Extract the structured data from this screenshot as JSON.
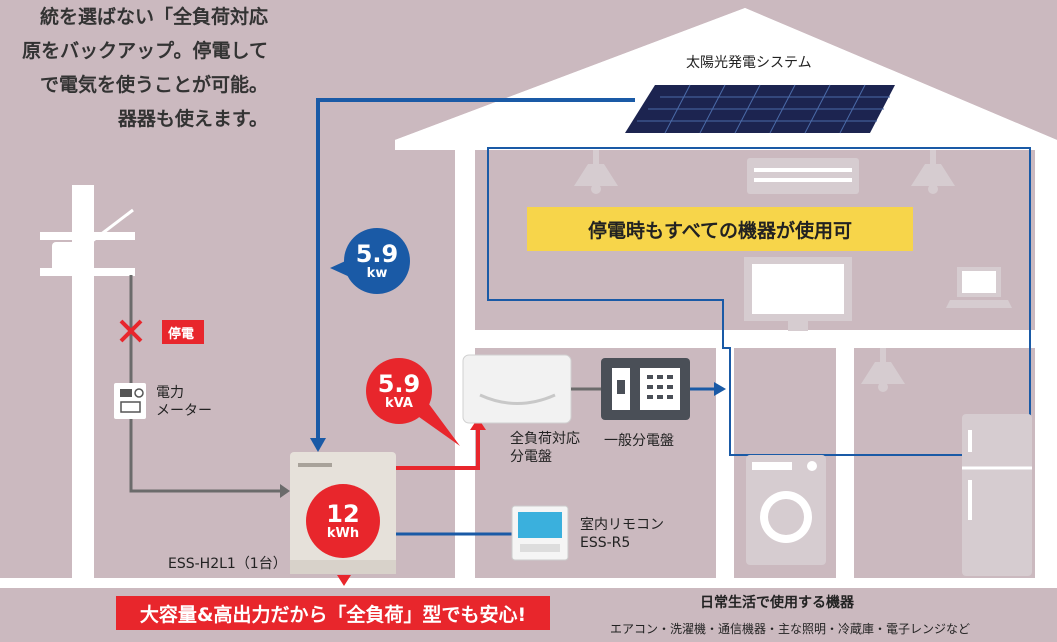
{
  "intro_lines": [
    "統を選ばない「全負荷対応",
    "原をバックアップ。停電して",
    "で電気を使うことが可能。",
    "器器も使えます。"
  ],
  "solar_label": "太陽光発電システム",
  "banner_yellow": "停電時もすべての機器が使用可",
  "outage_tag": "停電",
  "meter_label": [
    "電力",
    "メーター"
  ],
  "badge_solar": {
    "value": "5.9",
    "unit": "kw"
  },
  "badge_output": {
    "value": "5.9",
    "unit": "kVA"
  },
  "badge_capacity": {
    "value": "12",
    "unit": "kWh"
  },
  "panel_full_label": [
    "全負荷対応",
    "分電盤"
  ],
  "panel_general_label": "一般分電盤",
  "remote_label": [
    "室内リモコン",
    "ESS-R5"
  ],
  "battery_label": "ESS-H2L1（1台）",
  "banner_red": "大容量&高出力だから「全負荷」型でも安心!",
  "daily_title": "日常生活で使用する機器",
  "daily_devices": "エアコン・洗濯機・通信機器・主な照明・冷蔵庫・電子レンジなど",
  "colors": {
    "blue": "#1a5aa6",
    "red": "#e8262c",
    "yellow": "#f7d54a",
    "background": "#cbb9bf"
  }
}
